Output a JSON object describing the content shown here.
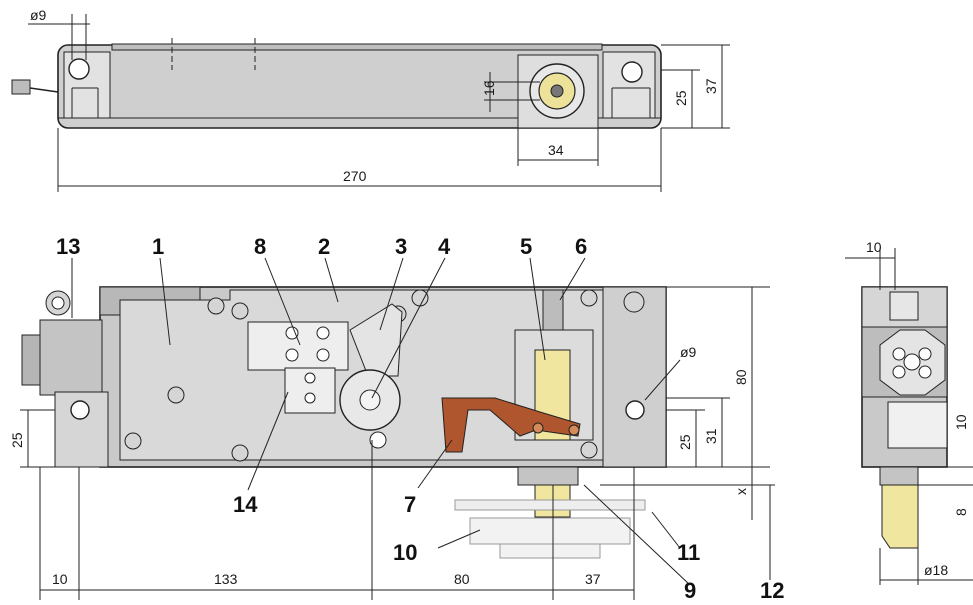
{
  "top_view": {
    "dim_hole": "ø9",
    "dim_height_16": "16",
    "dim_width_34": "34",
    "dim_height_25": "25",
    "dim_height_37": "37",
    "dim_length_270": "270"
  },
  "front_view": {
    "callouts": [
      "13",
      "1",
      "8",
      "2",
      "3",
      "4",
      "5",
      "6",
      "14",
      "7",
      "10",
      "11",
      "9",
      "12"
    ],
    "dim_hole": "ø9",
    "dim_left_25": "25",
    "dim_right_25": "25",
    "dim_31": "31",
    "dim_80_vertical": "80",
    "dim_x": "x",
    "dim_10": "10",
    "dim_133": "133",
    "dim_80": "80",
    "dim_37": "37"
  },
  "side_view": {
    "dim_10_top": "10",
    "dim_10_vertical": "10",
    "dim_8_vertical": "8",
    "dim_hole_18": "ø18"
  },
  "colors": {
    "housing": "#c8c8c8",
    "housing_dark": "#9a9a9a",
    "plate": "#d9d9d9",
    "slider": "#f0e6a0",
    "lever": "#b0562e",
    "line": "#222222"
  }
}
